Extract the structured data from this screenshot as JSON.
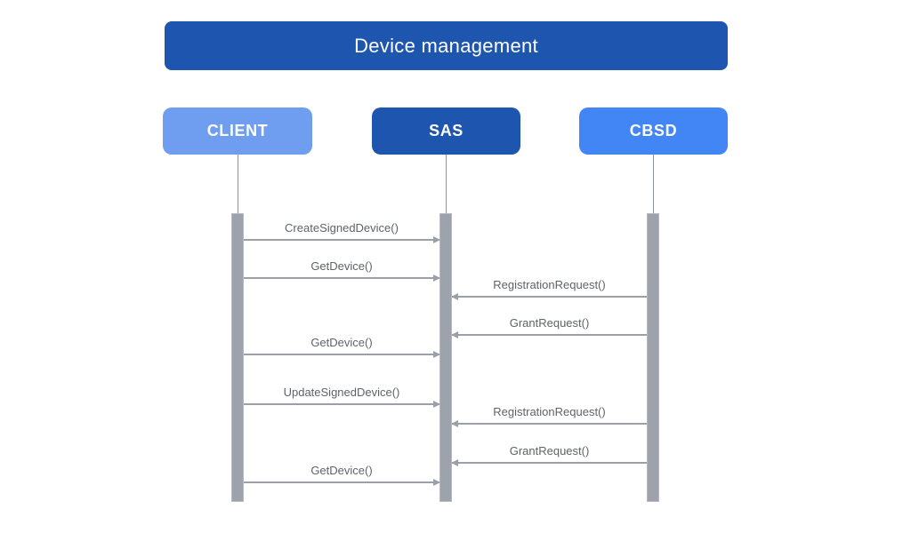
{
  "diagram": {
    "title": "Device management",
    "type": "sequence-diagram",
    "actors": [
      {
        "id": "client",
        "label": "CLIENT",
        "color": "#6f9ef0"
      },
      {
        "id": "sas",
        "label": "SAS",
        "color": "#1e56af"
      },
      {
        "id": "cbsd",
        "label": "CBSD",
        "color": "#4285f4"
      }
    ],
    "messages": [
      {
        "label": "CreateSignedDevice()",
        "from": "CLIENT",
        "to": "SAS"
      },
      {
        "label": "GetDevice()",
        "from": "CLIENT",
        "to": "SAS"
      },
      {
        "label": "RegistrationRequest()",
        "from": "CBSD",
        "to": "SAS"
      },
      {
        "label": "GrantRequest()",
        "from": "CBSD",
        "to": "SAS"
      },
      {
        "label": "GetDevice()",
        "from": "CLIENT",
        "to": "SAS"
      },
      {
        "label": "UpdateSignedDevice()",
        "from": "CLIENT",
        "to": "SAS"
      },
      {
        "label": "RegistrationRequest()",
        "from": "CBSD",
        "to": "SAS"
      },
      {
        "label": "GrantRequest()",
        "from": "CBSD",
        "to": "SAS"
      },
      {
        "label": "GetDevice()",
        "from": "CLIENT",
        "to": "SAS"
      }
    ],
    "colors": {
      "title_bg": "#1e56af",
      "client_bg": "#6f9ef0",
      "sas_bg": "#1e56af",
      "cbsd_bg": "#4285f4",
      "activation_bar": "#9ea3ab",
      "arrow": "#9aa0a6",
      "message_text": "#5f6368",
      "actor_text": "#ffffff",
      "background": "#ffffff"
    }
  }
}
